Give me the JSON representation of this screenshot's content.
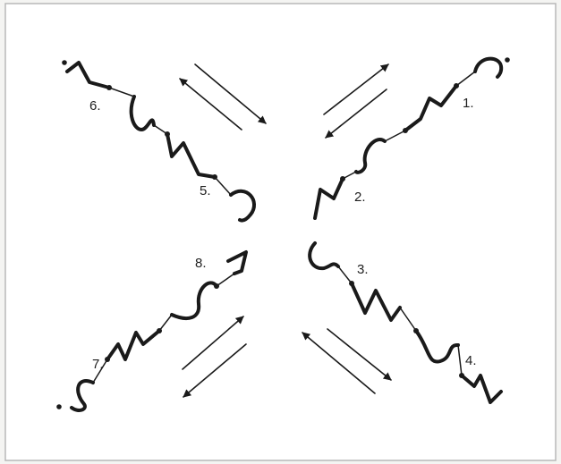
{
  "diagram": {
    "labels": {
      "l1": "1.",
      "l2": "2.",
      "l3": "3.",
      "l4": "4.",
      "l5": "5.",
      "l6": "6.",
      "l7": "7.",
      "l8": "8."
    },
    "colors": {
      "frame": "#b8b8b8",
      "background": "#ffffff",
      "ink": "#1a1a1a"
    }
  }
}
